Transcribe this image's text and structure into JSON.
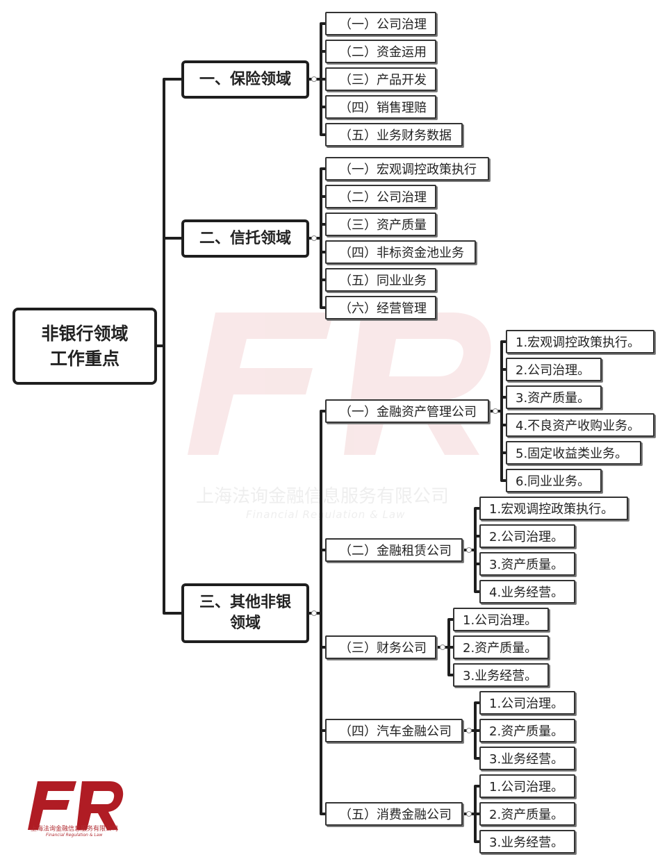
{
  "watermark": {
    "letters": "FR",
    "company_cn": "上海法询金融信息服务有限公司",
    "company_en": "Financial Regulation & Law"
  },
  "logo": {
    "letters": "FR",
    "company_cn": "上海法询金融信息服务有限公司",
    "company_en": "Financial Regulation & Law",
    "color": "#b01c24"
  },
  "root": {
    "line1": "非银行领域",
    "line2": "工作重点"
  },
  "branches": [
    {
      "label_lines": [
        "一、保险领域"
      ],
      "children": [
        {
          "label": "（一）公司治理",
          "leaves": []
        },
        {
          "label": "（二）资金运用",
          "leaves": []
        },
        {
          "label": "（三）产品开发",
          "leaves": []
        },
        {
          "label": "（四）销售理赔",
          "leaves": []
        },
        {
          "label": "（五）业务财务数据",
          "leaves": []
        }
      ]
    },
    {
      "label_lines": [
        "二、信托领域"
      ],
      "children": [
        {
          "label": "（一）宏观调控政策执行",
          "leaves": []
        },
        {
          "label": "（二）公司治理",
          "leaves": []
        },
        {
          "label": "（三）资产质量",
          "leaves": []
        },
        {
          "label": "（四）非标资金池业务",
          "leaves": []
        },
        {
          "label": "（五）同业业务",
          "leaves": []
        },
        {
          "label": "（六）经营管理",
          "leaves": []
        }
      ]
    },
    {
      "label_lines": [
        "三、其他非银",
        "领域"
      ],
      "children": [
        {
          "label": "（一）金融资产管理公司",
          "leaves": [
            "1.宏观调控政策执行。",
            "2.公司治理。",
            "3.资产质量。",
            "4.不良资产收购业务。",
            "5.固定收益类业务。",
            "6.同业业务。"
          ]
        },
        {
          "label": "（二）金融租赁公司",
          "leaves": [
            "1.宏观调控政策执行。",
            "2.公司治理。",
            "3.资产质量。",
            "4.业务经营。"
          ]
        },
        {
          "label": "（三）财务公司",
          "leaves": [
            "1.公司治理。",
            "2.资产质量。",
            "3.业务经营。"
          ]
        },
        {
          "label": "（四）汽车金融公司",
          "leaves": [
            "1.公司治理。",
            "2.资产质量。",
            "3.业务经营。"
          ]
        },
        {
          "label": "（五）消费金融公司",
          "leaves": [
            "1.公司治理。",
            "2.资产质量。",
            "3.业务经营。"
          ]
        }
      ]
    }
  ],
  "colors": {
    "line": "#1e1e1e",
    "box_border": "#333333",
    "watermark": "#f2cfd0"
  }
}
